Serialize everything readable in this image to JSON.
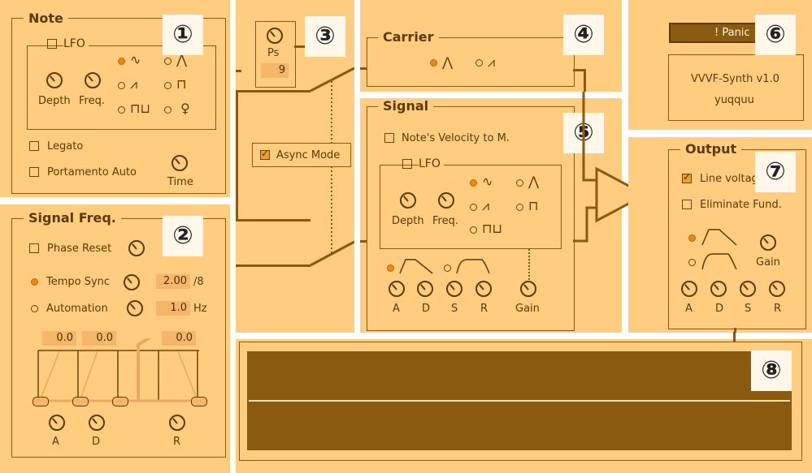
{
  "badges": [
    "1",
    "2",
    "3",
    "4",
    "5",
    "6",
    "7",
    "8"
  ],
  "note": {
    "title": "Note",
    "lfo_label": "LFO",
    "depth": "Depth",
    "freq": "Freq.",
    "legato": "Legato",
    "portamento": "Portamento Auto",
    "time": "Time"
  },
  "signal_freq": {
    "title": "Signal Freq.",
    "phase_reset": "Phase Reset",
    "tempo_sync": "Tempo Sync",
    "tempo_value": "2.00",
    "tempo_unit": "/8",
    "automation": "Automation",
    "auto_value": "1.0",
    "auto_unit": "Hz",
    "env_values": [
      "0.0",
      "0.0",
      "0.0"
    ],
    "a": "A",
    "d": "D",
    "r": "R"
  },
  "prescaler": {
    "ps_label": "Ps",
    "ps_value": "9",
    "async_mode": "Async Mode"
  },
  "carrier": {
    "title": "Carrier"
  },
  "signal": {
    "title": "Signal",
    "velocity": "Note's Velocity to M.",
    "lfo_label": "LFO",
    "depth": "Depth",
    "freq": "Freq.",
    "a": "A",
    "d": "D",
    "s": "S",
    "r": "R",
    "gain": "Gain"
  },
  "info": {
    "panic": "! Panic",
    "app_name": "VVVF-Synth v1.0",
    "author": "yuqquu"
  },
  "output": {
    "title": "Output",
    "line_voltage": "Line voltage",
    "eliminate": "Eliminate Fund.",
    "gain": "Gain",
    "a": "A",
    "d": "D",
    "s": "S",
    "r": "R"
  },
  "colors": {
    "panel": "#ffcc80",
    "accent": "#e88a10",
    "stroke": "#8a5a10",
    "scope": "#8a5a10"
  }
}
